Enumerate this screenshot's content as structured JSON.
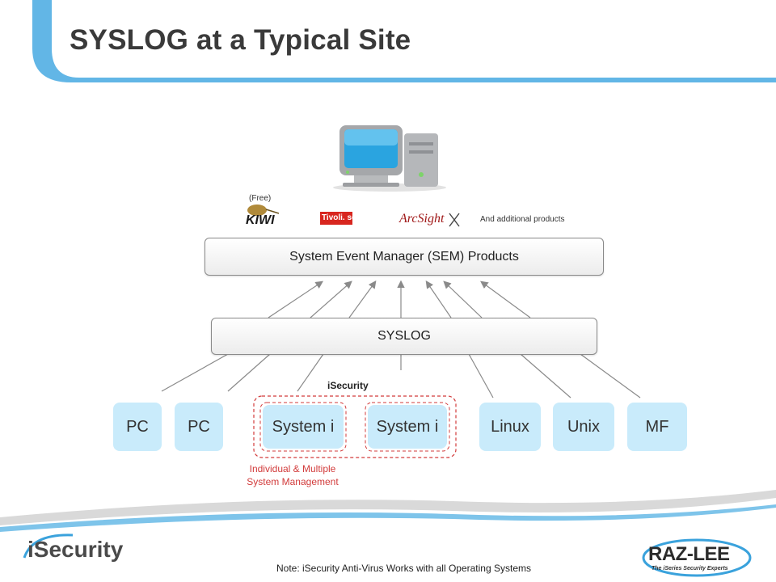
{
  "title": "SYSLOG at a Typical Site",
  "diagram": {
    "products_free_note": "(Free)",
    "product_logos": [
      "KIWI",
      "Tivoli. software",
      "ArcSight"
    ],
    "additional_products": "And additional products",
    "sem_box": "System Event Manager (SEM) Products",
    "syslog_box": "SYSLOG",
    "isecurity_label": "iSecurity",
    "nodes": [
      "PC",
      "PC",
      "System i",
      "System i",
      "Linux",
      "Unix",
      "MF"
    ],
    "group_caption_line1": "Individual & Multiple",
    "group_caption_line2": "System Management"
  },
  "footer": {
    "left_logo": "iSecurity",
    "note": "Note: iSecurity Anti-Virus Works with all Operating Systems",
    "right_logo": "RAZ-LEE",
    "right_logo_tagline": "The iSeries Security Experts"
  },
  "colors": {
    "node_fill": "#c9ebfb",
    "accent_blue": "#3aa2dc",
    "group_border": "#d23b3b"
  }
}
